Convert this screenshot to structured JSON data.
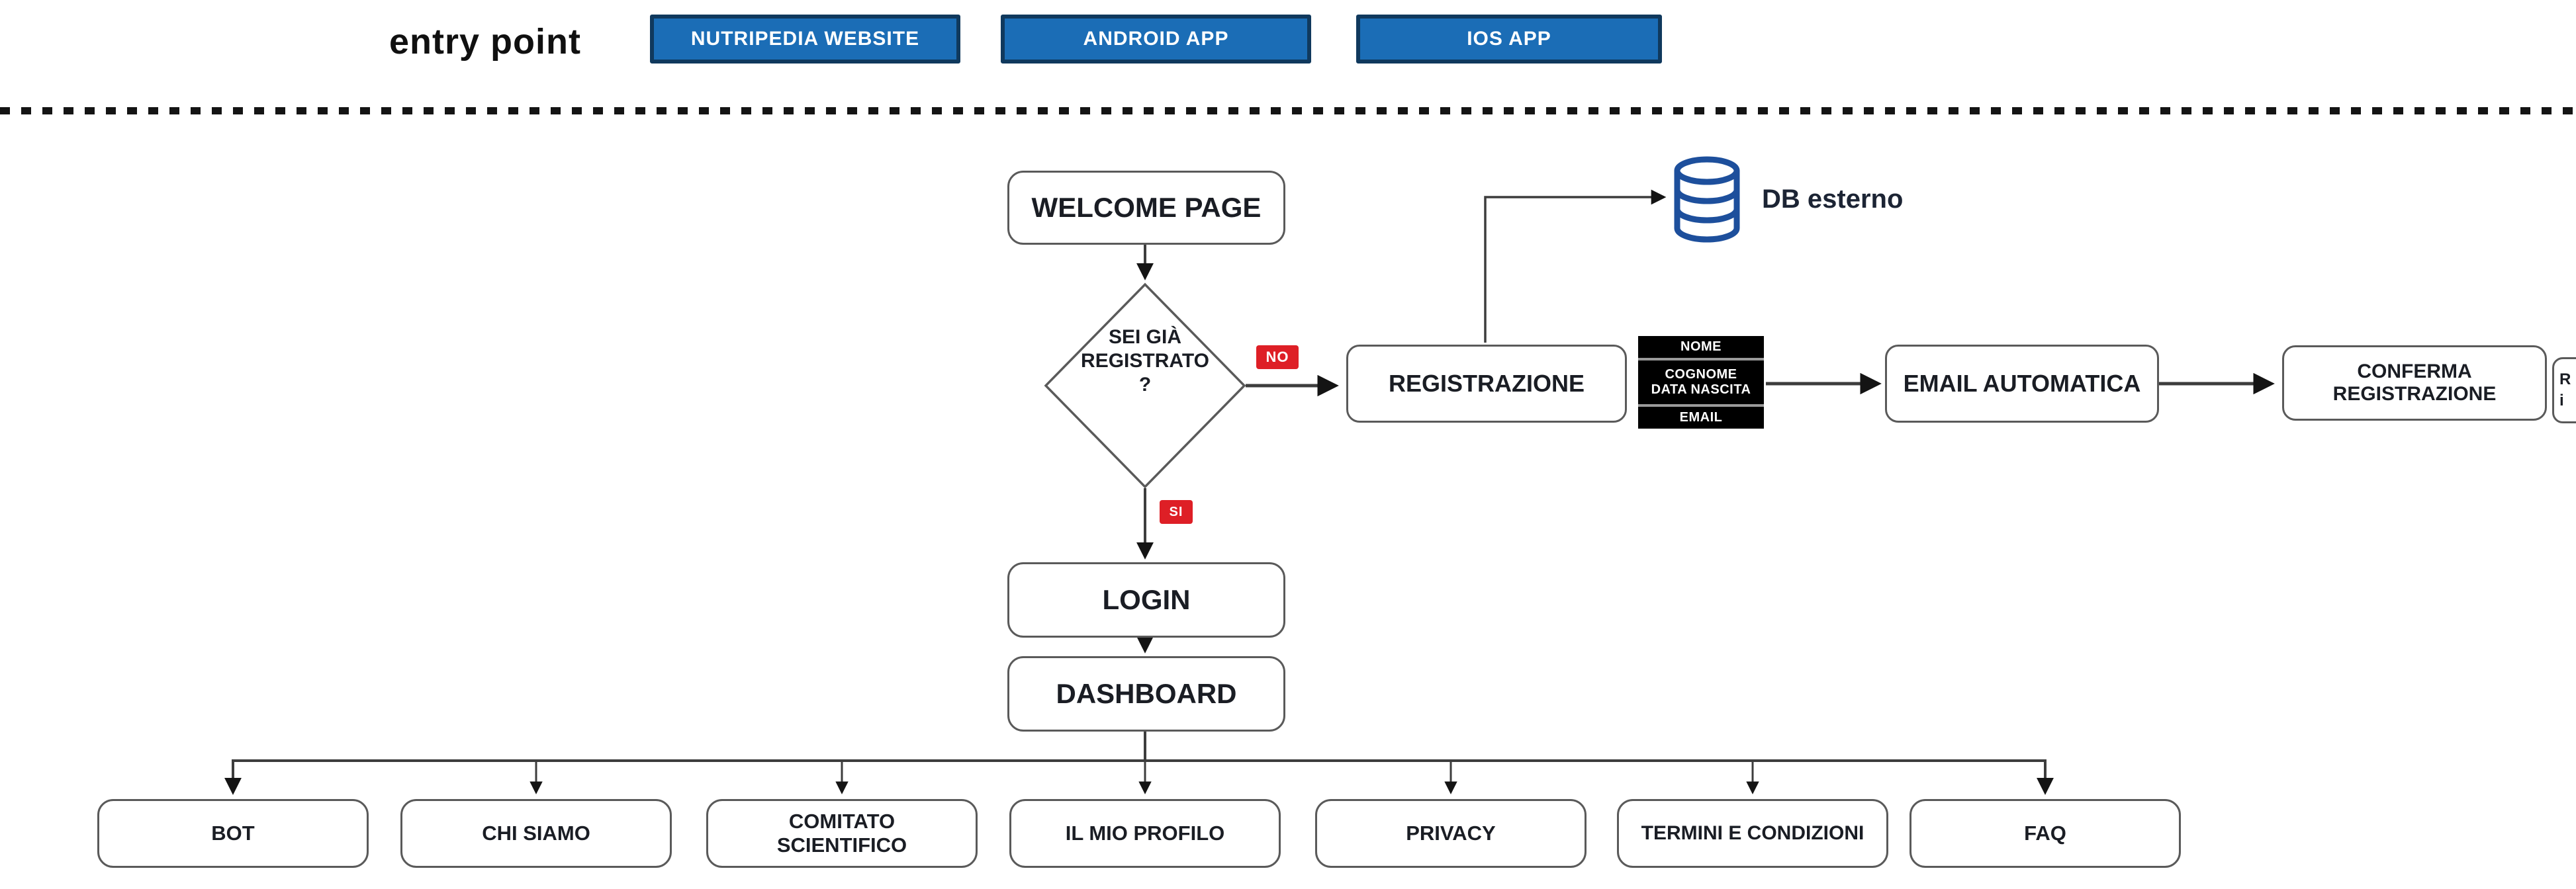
{
  "entry_point": {
    "label": "entry point",
    "buttons": [
      {
        "label": "NUTRIPEDIA WEBSITE"
      },
      {
        "label": "ANDROID APP"
      },
      {
        "label": "IOS APP"
      }
    ]
  },
  "flowchart": {
    "welcome_page": "WELCOME PAGE",
    "decision": {
      "line1": "SEI GIÀ",
      "line2": "REGISTRATO",
      "line3": "?"
    },
    "branch_no": "NO",
    "branch_si": "SI",
    "registrazione": "REGISTRAZIONE",
    "db_esterno": "DB esterno",
    "registration_fields": [
      "NOME",
      "COGNOME",
      "DATA NASCITA",
      "EMAIL"
    ],
    "email_automatica": "EMAIL AUTOMATICA",
    "conferma": {
      "line1": "CONFERMA",
      "line2": "REGISTRAZIONE"
    },
    "clipped_box": {
      "line1": "R",
      "line2": "i"
    },
    "login": "LOGIN",
    "dashboard": "DASHBOARD",
    "sections": [
      "BOT",
      "CHI SIAMO",
      "COMITATO SCIENTIFICO",
      "IL MIO PROFILO",
      "PRIVACY",
      "TERMINI E CONDIZIONI",
      "FAQ"
    ]
  },
  "colors": {
    "button_blue": "#1b6db6",
    "button_border": "#10395d",
    "badge_red": "#de1f26",
    "db_icon_blue": "#1d4f9c",
    "connector": "#3d3d3d",
    "box_border": "#5a5a5a"
  }
}
